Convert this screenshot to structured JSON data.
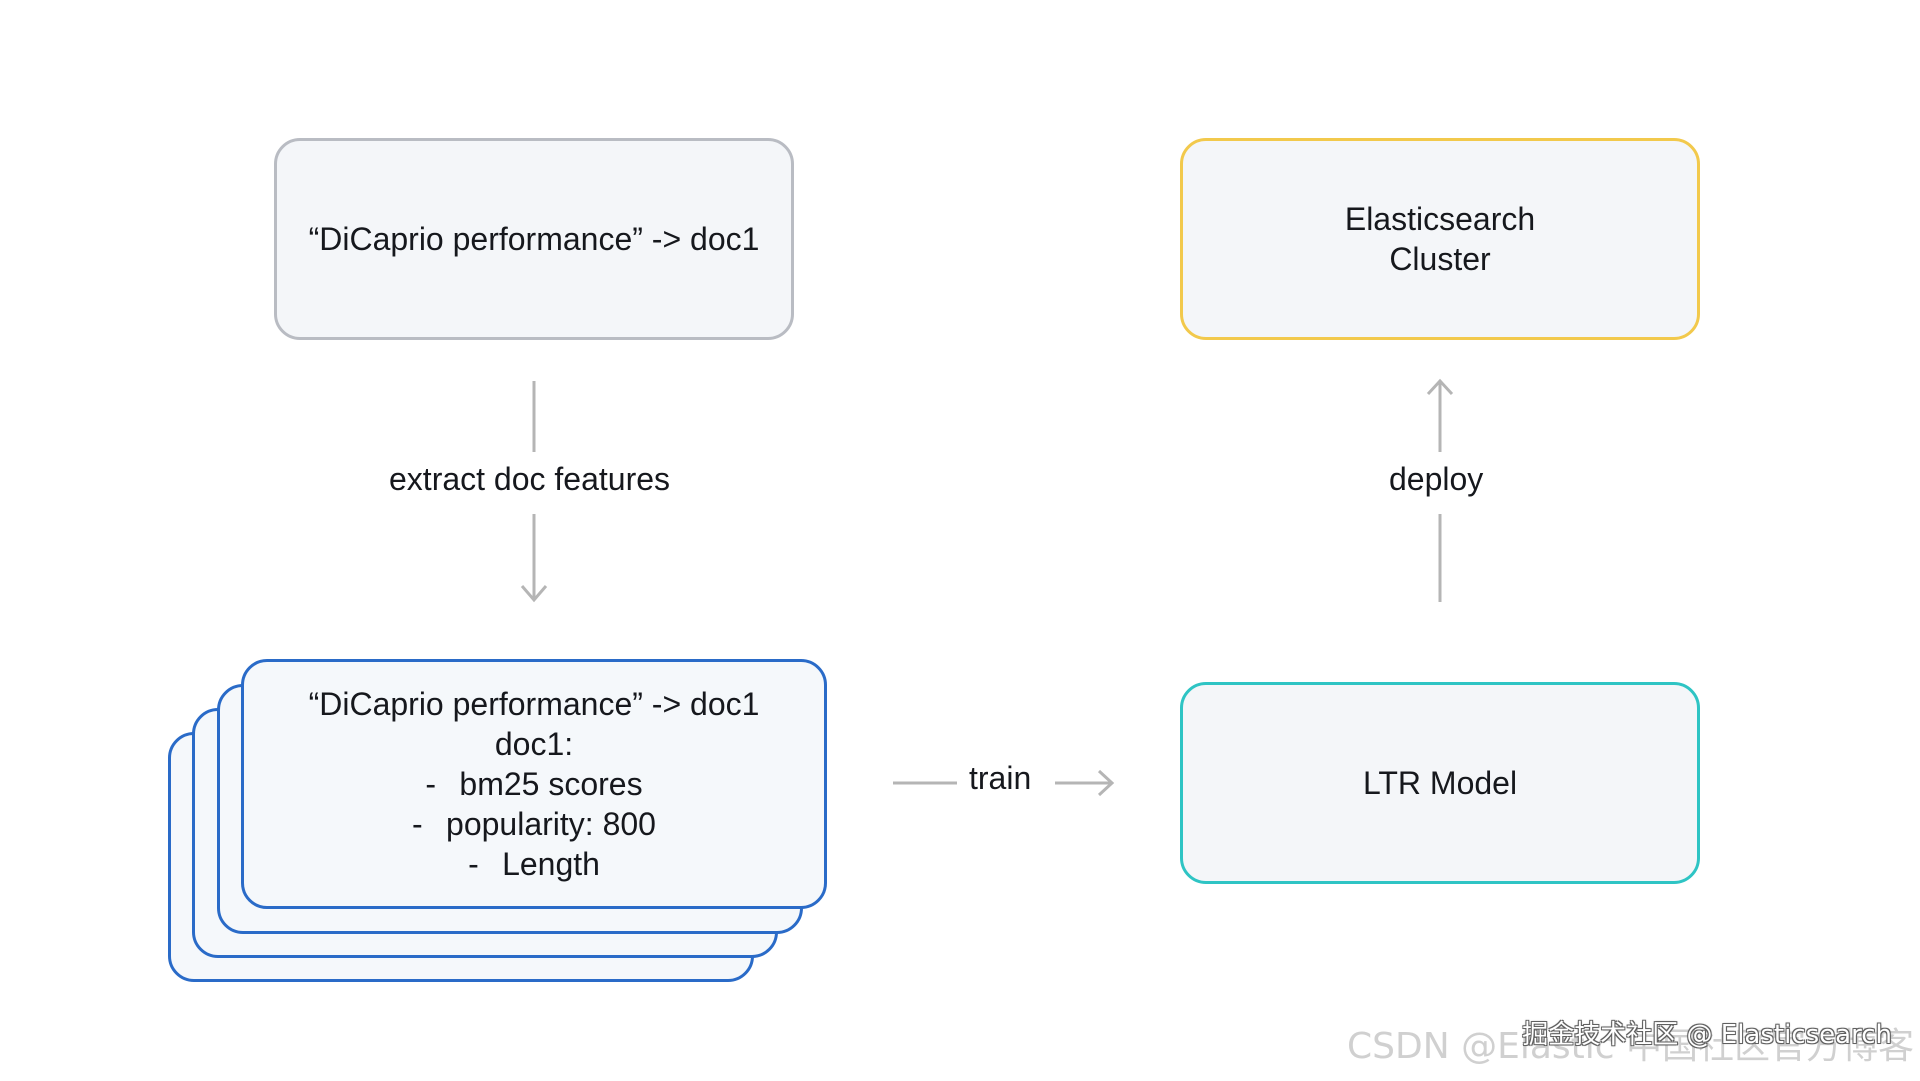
{
  "query_box": {
    "text": "“DiCaprio performance” -> doc1"
  },
  "extract_label": "extract doc features",
  "features_box": {
    "query": "“DiCaprio performance” -> doc1",
    "doc": "doc1:",
    "items": [
      {
        "dash": "-",
        "text": "bm25 scores"
      },
      {
        "dash": "-",
        "text": "popularity: 800"
      },
      {
        "dash": "-",
        "text": "Length"
      }
    ]
  },
  "train_label": "train",
  "ltr_box": {
    "text": "LTR Model"
  },
  "deploy_label": "deploy",
  "cluster_box": {
    "line1": "Elasticsearch",
    "line2": "Cluster"
  },
  "watermark": {
    "back": "CSDN @Elastic 中国社区官方博客",
    "front": "掘金技术社区 @ Elasticsearch"
  },
  "colors": {
    "gray_border": "#b9bcc3",
    "yellow_border": "#f2c94c",
    "teal_border": "#2ec4c4",
    "blue_border": "#2a6bc8",
    "arrow": "#b5b5b5",
    "box_fill": "#f4f6f9"
  }
}
